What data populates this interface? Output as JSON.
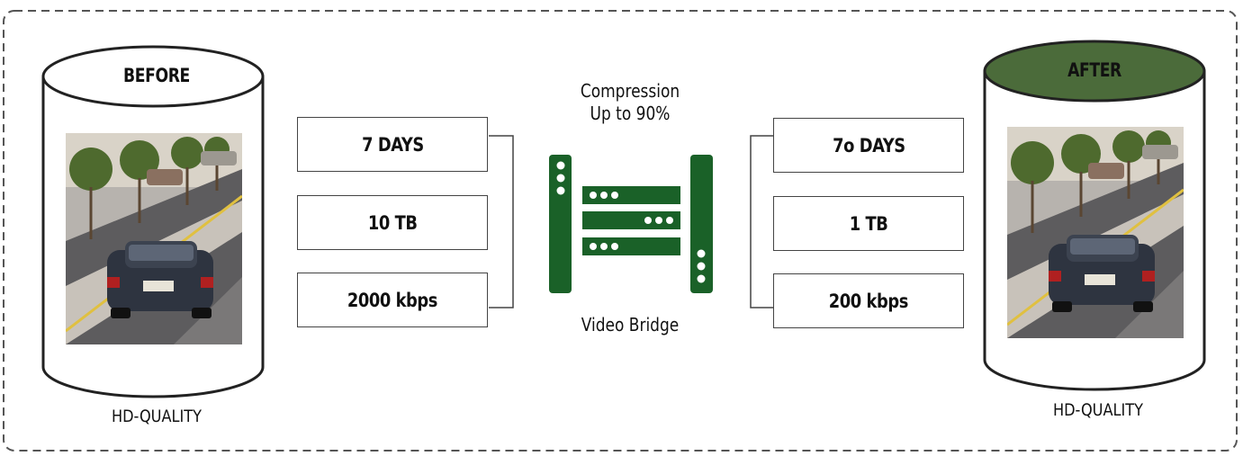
{
  "before": {
    "title": "BEFORE",
    "quality": "HD-QUALITY",
    "stats": [
      "7 DAYS",
      "10 TB",
      "2000 kbps"
    ]
  },
  "after": {
    "title": "AFTER",
    "quality": "HD-QUALITY",
    "stats": [
      "7o DAYS",
      "1 TB",
      "200 kbps"
    ]
  },
  "center": {
    "compression_line1": "Compression",
    "compression_line2": "Up to 90%",
    "device_label": "Video Bridge"
  },
  "colors": {
    "accent_green": "#1a6128",
    "after_cap": "#4b6b3a",
    "border": "#333333"
  },
  "icons": {
    "device": "video-bridge-server-icon",
    "photo": "street-car-photo"
  }
}
